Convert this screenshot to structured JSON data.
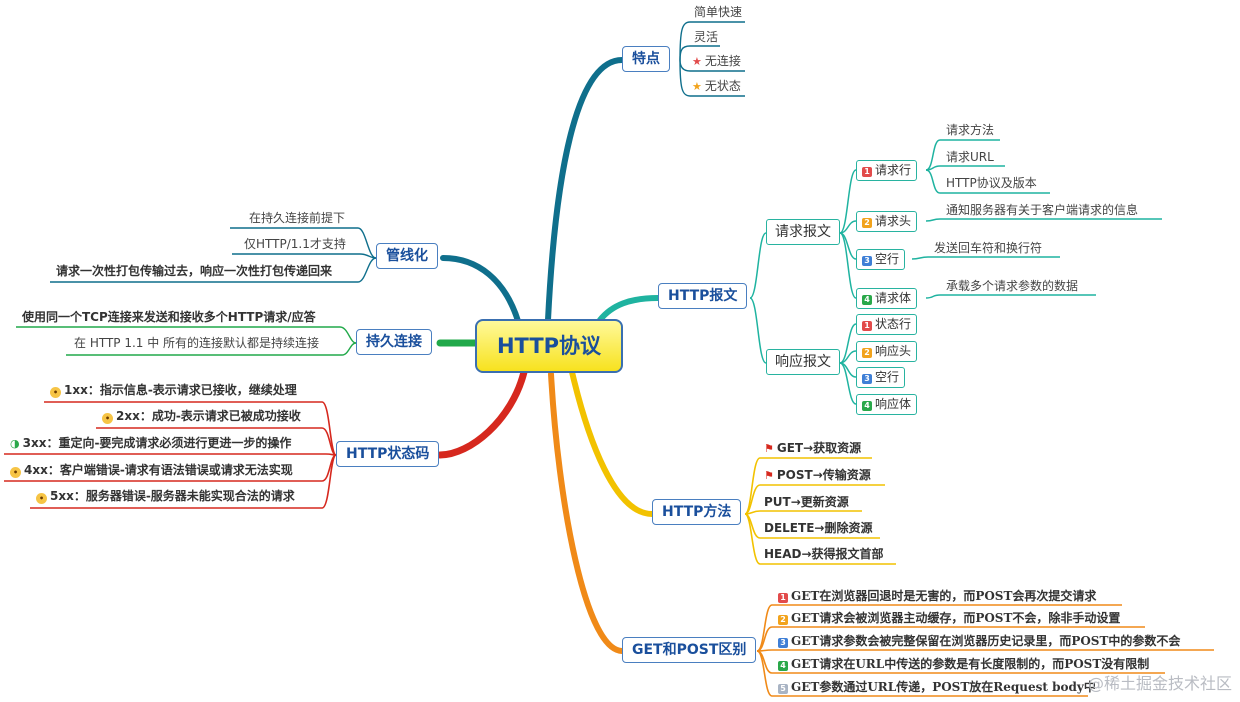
{
  "root": "HTTP协议",
  "features": {
    "title": "特点",
    "items": [
      "简单快速",
      "灵活",
      "无连接",
      "无状态"
    ]
  },
  "message": {
    "title": "HTTP报文",
    "request": {
      "title": "请求报文",
      "line": {
        "num": "1",
        "label": "请求行",
        "items": [
          "请求方法",
          "请求URL",
          "HTTP协议及版本"
        ]
      },
      "header": {
        "num": "2",
        "label": "请求头",
        "desc": "通知服务器有关于客户端请求的信息"
      },
      "blank": {
        "num": "3",
        "label": "空行",
        "desc": "发送回车符和换行符"
      },
      "body": {
        "num": "4",
        "label": "请求体",
        "desc": "承载多个请求参数的数据"
      }
    },
    "response": {
      "title": "响应报文",
      "items": [
        {
          "num": "1",
          "label": "状态行"
        },
        {
          "num": "2",
          "label": "响应头"
        },
        {
          "num": "3",
          "label": "空行"
        },
        {
          "num": "4",
          "label": "响应体"
        }
      ]
    }
  },
  "pipeline": {
    "title": "管线化",
    "items": [
      "在持久连接前提下",
      "仅HTTP/1.1才支持",
      "请求一次性打包传输过去，响应一次性打包传递回来"
    ]
  },
  "persistent": {
    "title": "持久连接",
    "items": [
      "使用同一个TCP连接来发送和接收多个HTTP请求/应答",
      "在 HTTP 1.1 中 所有的连接默认都是持续连接"
    ]
  },
  "status": {
    "title": "HTTP状态码",
    "items": [
      "1xx：指示信息-表示请求已接收，继续处理",
      "2xx：成功-表示请求已被成功接收",
      "3xx：重定向-要完成请求必须进行更进一步的操作",
      "4xx：客户端错误-请求有语法错误或请求无法实现",
      "5xx：服务器错误-服务器未能实现合法的请求"
    ]
  },
  "methods": {
    "title": "HTTP方法",
    "items": [
      "GET→获取资源",
      "POST→传输资源",
      "PUT→更新资源",
      "DELETE→删除资源",
      "HEAD→获得报文首部"
    ]
  },
  "getpost": {
    "title": "GET和POST区别",
    "items": [
      {
        "num": "1",
        "text": "GET在浏览器回退时是无害的，而POST会再次提交请求"
      },
      {
        "num": "2",
        "text": "GET请求会被浏览器主动缓存，而POST不会，除非手动设置"
      },
      {
        "num": "3",
        "text": "GET请求参数会被完整保留在浏览器历史记录里，而POST中的参数不会"
      },
      {
        "num": "4",
        "text": "GET请求在URL中传送的参数是有长度限制的，而POST没有限制"
      },
      {
        "num": "5",
        "text": "GET参数通过URL传递，POST放在Request body中"
      }
    ]
  },
  "watermark": "@稀土掘金技术社区",
  "colors": {
    "features": "#0f6f8c",
    "pipeline": "#0f6f8c",
    "message": "#1fb3a0",
    "persistent": "#21a94a",
    "status": "#d6281e",
    "methods": "#f2c200",
    "getpost": "#f08a18",
    "badge1": "#e24b4b",
    "badge2": "#f2a31c",
    "badge3": "#3f7fd6",
    "badge4": "#2aa84a",
    "badge5": "#a9b4c4"
  }
}
